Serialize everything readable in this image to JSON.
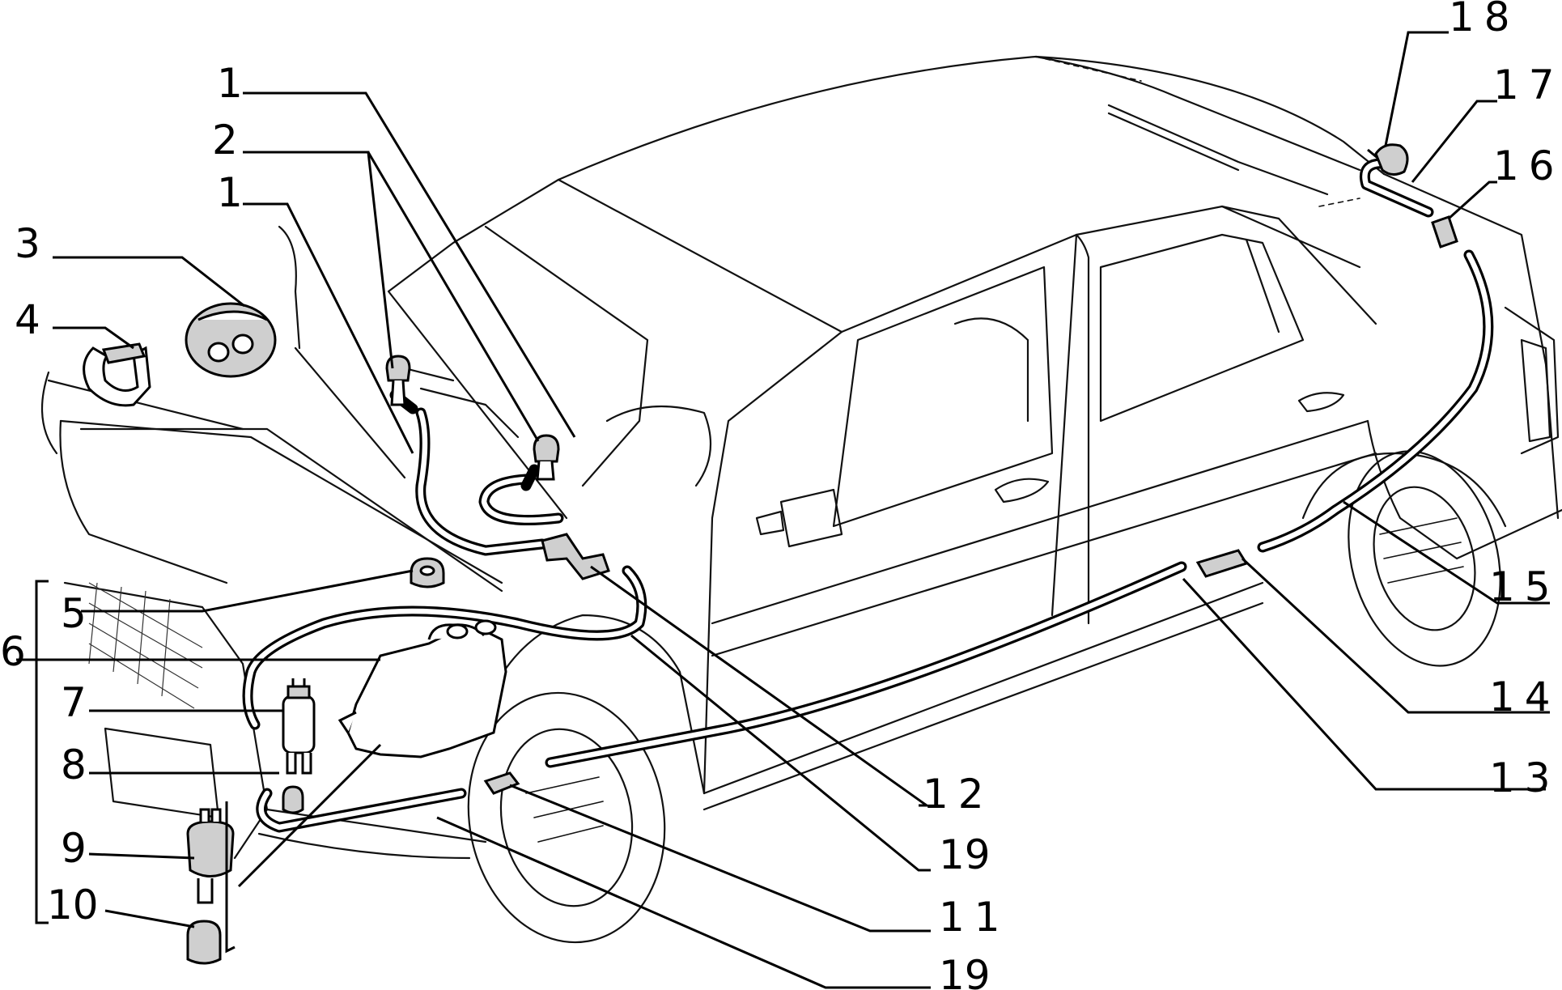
{
  "callouts": [
    {
      "text": "1"
    },
    {
      "text": "2"
    },
    {
      "text": "1"
    },
    {
      "text": "3"
    },
    {
      "text": "4"
    },
    {
      "text": "5"
    },
    {
      "text": "6"
    },
    {
      "text": "7"
    },
    {
      "text": "8"
    },
    {
      "text": "9"
    },
    {
      "text": "10"
    },
    {
      "text": "18"
    },
    {
      "text": "17"
    },
    {
      "text": "16"
    },
    {
      "text": "15"
    },
    {
      "text": "14"
    },
    {
      "text": "13"
    },
    {
      "text": "12"
    },
    {
      "text": "19"
    },
    {
      "text": "11"
    },
    {
      "text": "19"
    }
  ]
}
